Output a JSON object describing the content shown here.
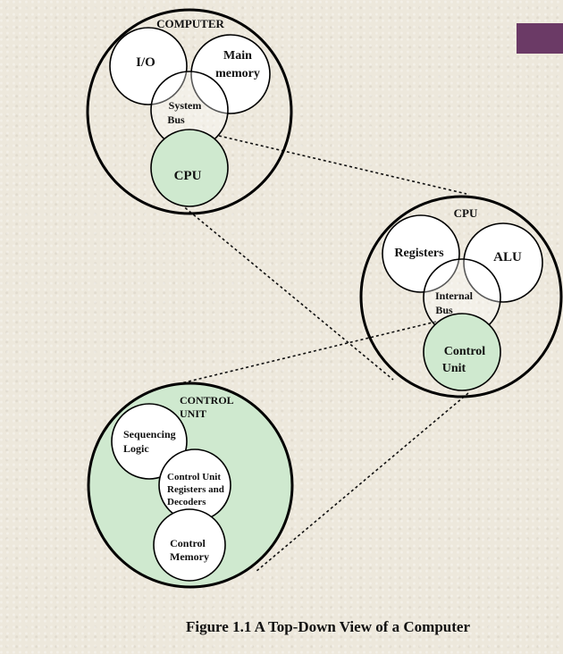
{
  "colors": {
    "accent": "#6b3a66",
    "highlight": "#cfe9cf",
    "background": "#ede8dc"
  },
  "computer": {
    "title": "COMPUTER",
    "io": "I/O",
    "main_memory": [
      "Main",
      "memory"
    ],
    "system_bus": [
      "System",
      "Bus"
    ],
    "cpu": "CPU"
  },
  "cpu_detail": {
    "title": "CPU",
    "registers": "Registers",
    "alu": "ALU",
    "internal_bus": [
      "Internal",
      "Bus"
    ],
    "control_unit": [
      "Control",
      "Unit"
    ]
  },
  "control_unit_detail": {
    "title": [
      "CONTROL",
      "UNIT"
    ],
    "sequencing_logic": [
      "Sequencing",
      "Logic"
    ],
    "registers_decoders": [
      "Control Unit",
      "Registers and",
      "Decoders"
    ],
    "control_memory": [
      "Control",
      "Memory"
    ]
  },
  "caption": "Figure 1.1  A Top-Down View of a Computer"
}
